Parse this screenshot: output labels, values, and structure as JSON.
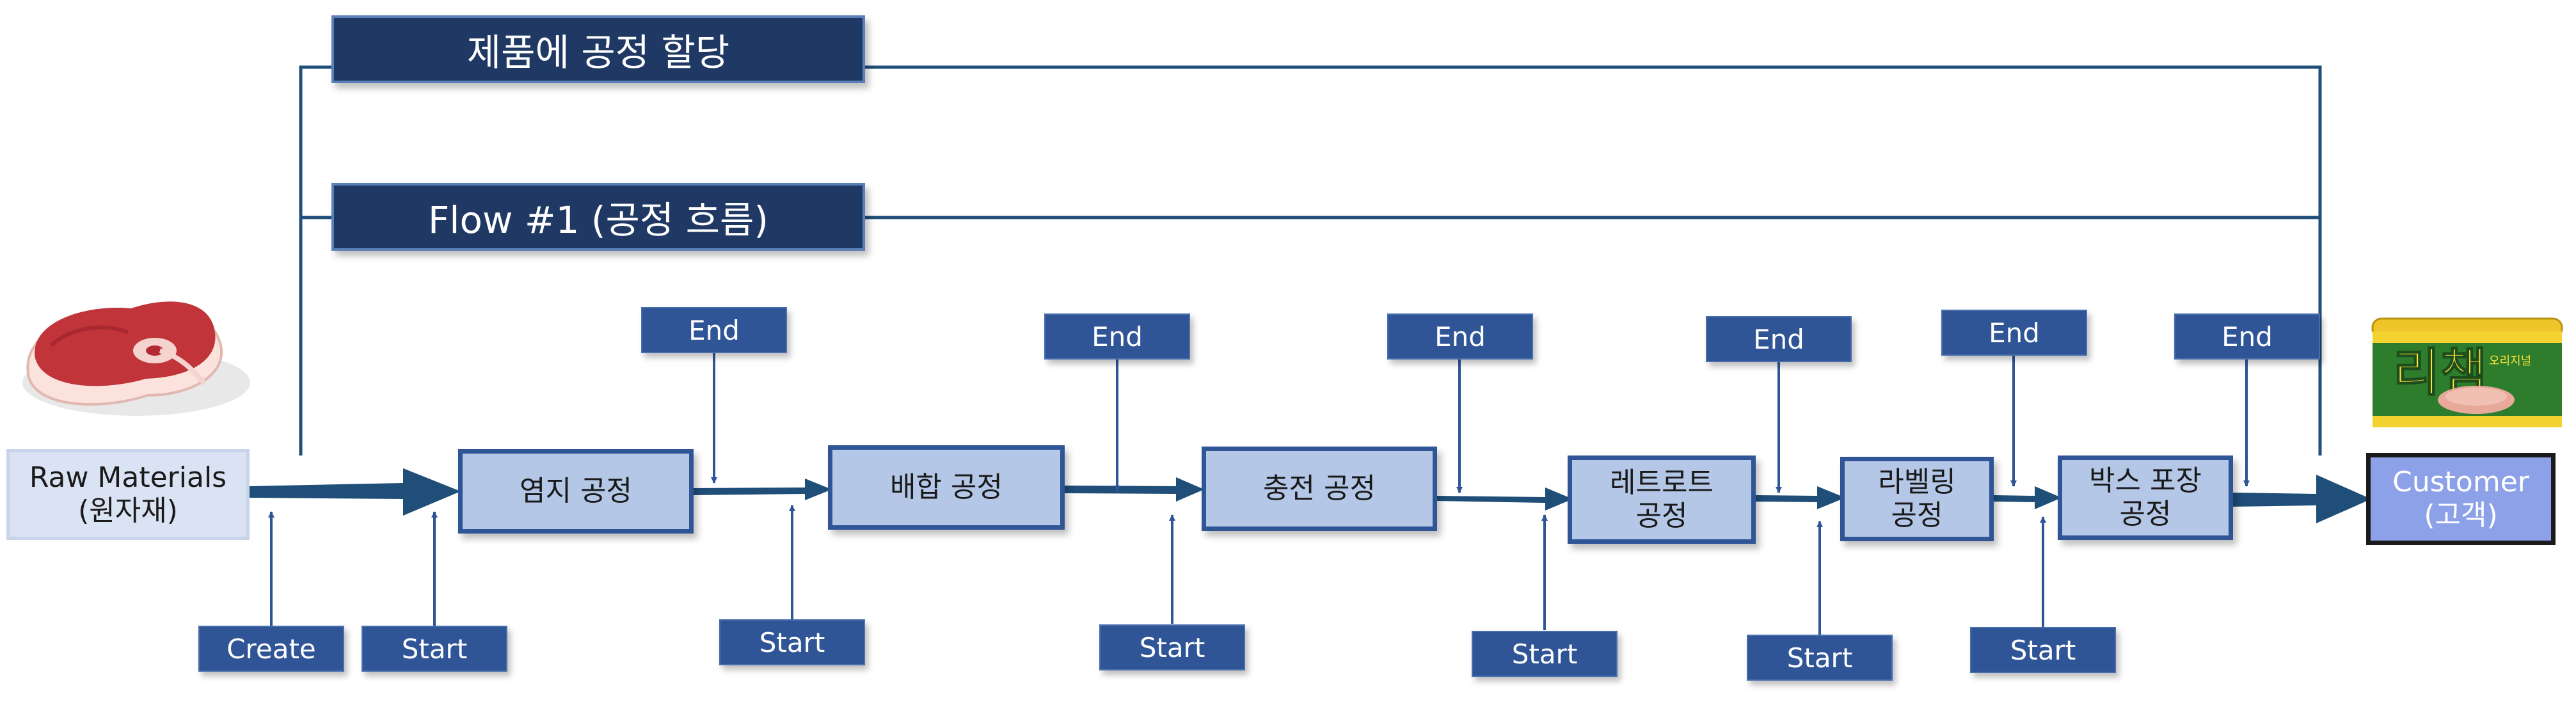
{
  "headers": {
    "assign": "제품에 공정 할당",
    "flow": "Flow #1 (공정 흐름)"
  },
  "raw_materials": {
    "line1": "Raw Materials",
    "line2": "(원자재)"
  },
  "customer": {
    "line1": "Customer",
    "line2": "(고객)"
  },
  "processes": [
    {
      "line1": "염지 공정",
      "line2": ""
    },
    {
      "line1": "배합 공정",
      "line2": ""
    },
    {
      "line1": "충전 공정",
      "line2": ""
    },
    {
      "line1": "레트로트",
      "line2": "공정"
    },
    {
      "line1": "라벨링",
      "line2": "공정"
    },
    {
      "line1": "박스 포장",
      "line2": "공정"
    }
  ],
  "tags": {
    "create": "Create",
    "start": "Start",
    "end": "End"
  },
  "product_image": {
    "brand_text": "리챔",
    "sub_text": "오리지널"
  },
  "icons": {
    "raw": "raw-meat-icon",
    "product": "spam-can-icon"
  },
  "colors": {
    "header_fill": "#1f3864",
    "process_fill": "#b4c7e7",
    "process_border": "#2f5597",
    "tag_fill": "#2f5597",
    "customer_fill": "#8da1e8",
    "line": "#1f4e79"
  }
}
